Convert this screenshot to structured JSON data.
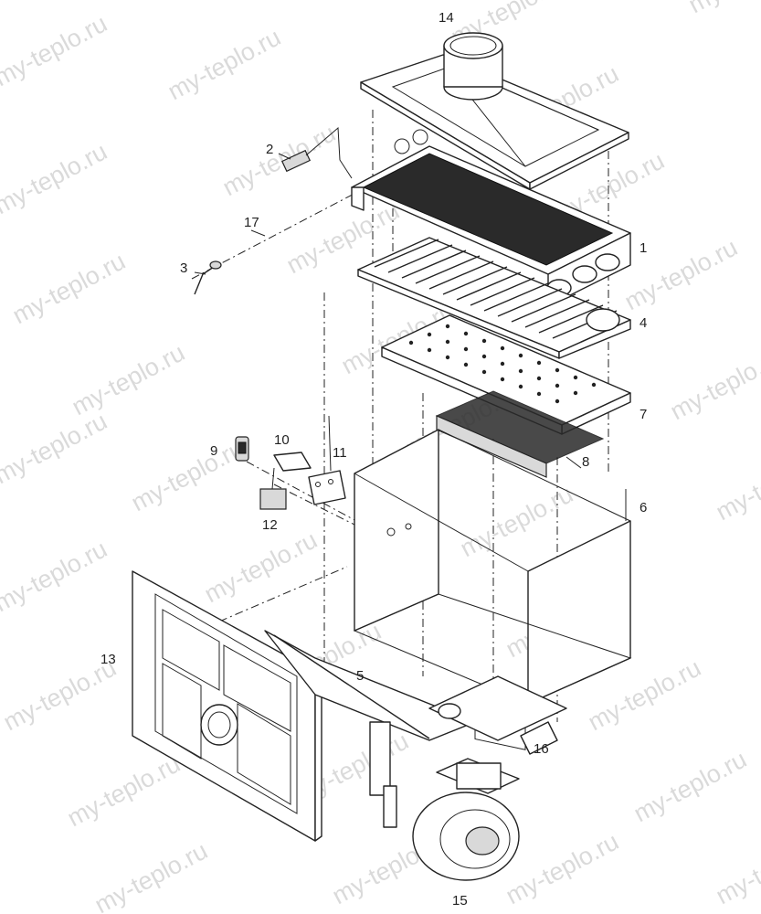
{
  "callouts": [
    "14",
    "2",
    "17",
    "1",
    "3",
    "4",
    "7",
    "10",
    "9",
    "11",
    "8",
    "6",
    "12",
    "13",
    "5",
    "16",
    "15"
  ],
  "watermark": "my-teplo.ru",
  "colors": {
    "line": "#222222",
    "watermark": "#bdbdbd",
    "background": "#ffffff"
  }
}
